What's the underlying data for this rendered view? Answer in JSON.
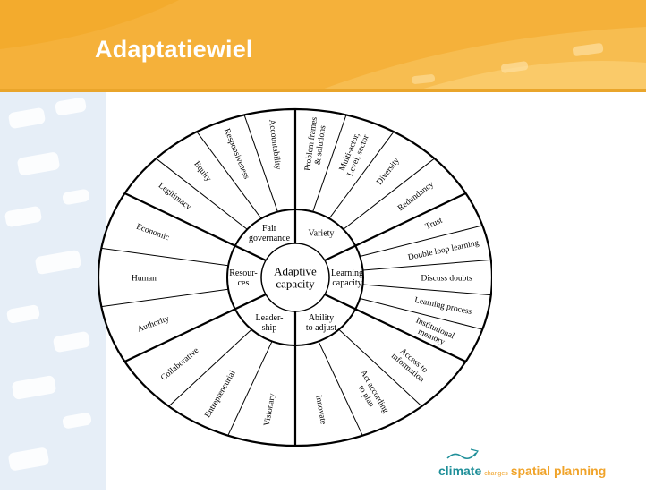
{
  "slide": {
    "title": "Adaptatiewiel"
  },
  "wheel": {
    "center": [
      "Adaptive",
      "capacity"
    ],
    "dimensions": [
      {
        "label": [
          "Variety"
        ]
      },
      {
        "label": [
          "Learning",
          "capacity"
        ]
      },
      {
        "label": [
          "Ability",
          "to adjust"
        ]
      },
      {
        "label": [
          "Leader-",
          "ship"
        ]
      },
      {
        "label": [
          "Resour-",
          "ces"
        ]
      },
      {
        "label": [
          "Fair",
          "governance"
        ]
      }
    ],
    "criteria": [
      {
        "label": [
          "Problem frames",
          "& solutions"
        ]
      },
      {
        "label": [
          "Multi-actor,",
          "Level, sector"
        ]
      },
      {
        "label": [
          "Diversity"
        ]
      },
      {
        "label": [
          "Redundancy"
        ]
      },
      {
        "label": [
          "Trust"
        ]
      },
      {
        "label": [
          "Double loop learning"
        ]
      },
      {
        "label": [
          "Discuss doubts"
        ]
      },
      {
        "label": [
          "Learning process"
        ]
      },
      {
        "label": [
          "Institutional",
          "memory"
        ]
      },
      {
        "label": [
          "Access to",
          "information"
        ]
      },
      {
        "label": [
          "Act according",
          "to plan"
        ]
      },
      {
        "label": [
          "Innovate"
        ]
      },
      {
        "label": [
          "Visionary"
        ]
      },
      {
        "label": [
          "Entrepreneurial"
        ]
      },
      {
        "label": [
          "Collaborative"
        ]
      },
      {
        "label": [
          "Authority"
        ]
      },
      {
        "label": [
          "Human"
        ]
      },
      {
        "label": [
          "Economic"
        ]
      },
      {
        "label": [
          "Legitimacy"
        ]
      },
      {
        "label": [
          "Equity"
        ]
      },
      {
        "label": [
          "Responsiveness"
        ]
      },
      {
        "label": [
          "Accountability"
        ]
      }
    ]
  },
  "logo": {
    "word1": "climate",
    "word2": "changes",
    "word3": "spatial planning"
  }
}
